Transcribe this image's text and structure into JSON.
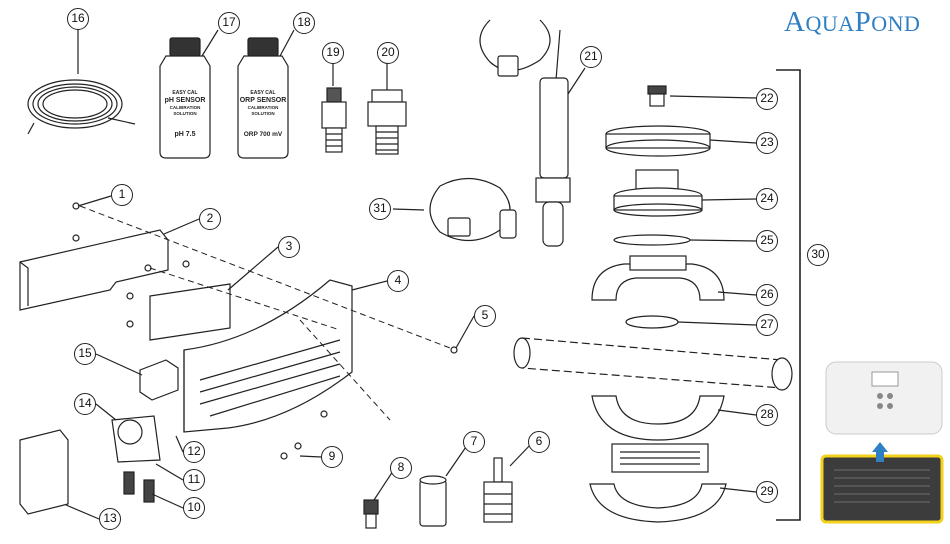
{
  "brand": {
    "logo_first": "A",
    "logo_rest_1": "QUA",
    "logo_second": "P",
    "logo_rest_2": "OND",
    "logo_color": "#2f7fc4"
  },
  "bottles": {
    "ph": {
      "line1": "EASY CAL",
      "line2": "pH SENSOR",
      "line3": "CALIBRATION",
      "line4": "SOLUTION",
      "value": "pH 7.5"
    },
    "orp": {
      "line1": "EASY CAL",
      "line2": "ORP SENSOR",
      "line3": "CALIBRATION",
      "line4": "SOLUTION",
      "value": "ORP 700 mV"
    }
  },
  "callouts": {
    "c1": "1",
    "c2": "2",
    "c3": "3",
    "c4": "4",
    "c5": "5",
    "c6": "6",
    "c7": "7",
    "c8": "8",
    "c9": "9",
    "c10": "10",
    "c11": "11",
    "c12": "12",
    "c13": "13",
    "c14": "14",
    "c15": "15",
    "c16": "16",
    "c17": "17",
    "c18": "18",
    "c19": "19",
    "c20": "20",
    "c21": "21",
    "c22": "22",
    "c23": "23",
    "c24": "24",
    "c25": "25",
    "c26": "26",
    "c27": "27",
    "c28": "28",
    "c29": "29",
    "c30": "30",
    "c31": "31"
  },
  "colors": {
    "line": "#222222",
    "highlight": "#f2d21b",
    "arrow": "#2f7fc4",
    "device_body": "#f1f1f1",
    "device_bottom": "#3c3c3c"
  }
}
